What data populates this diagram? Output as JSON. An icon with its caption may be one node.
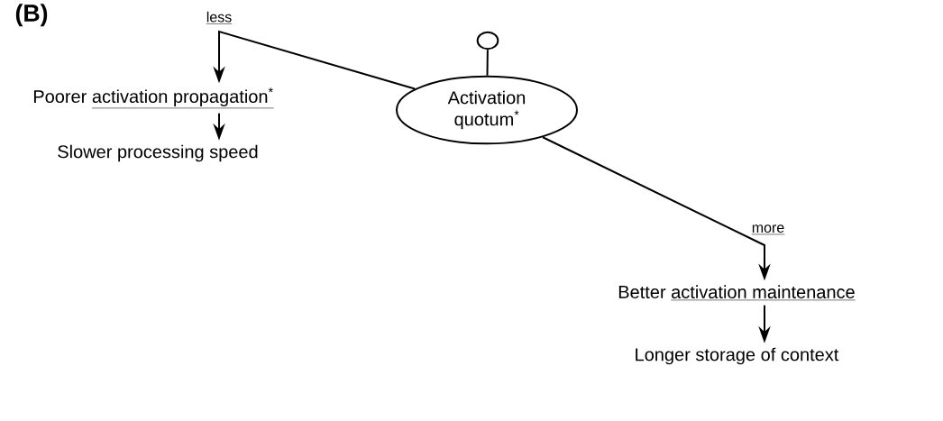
{
  "diagram": {
    "nodes": [
      {
        "text": [
          "Activation quotum$^{*}$"
        ]
      },
      {
        "text": [],
        "shape": "circle"
      },
      {
        "text": [
          "Poorer",
          "activation propagation$^{*}$"
        ]
      },
      {
        "text": [
          "Slower processing speed"
        ]
      },
      {
        "text": [
          "Better",
          "activation maintenance"
        ]
      },
      {
        "text": [
          "Longer storage of context"
        ]
      }
    ],
    "edges": [
      {
        "from": 0,
        "to": 2,
        "arrow": "to",
        "label": "less"
      },
      {
        "from": 2,
        "to": 3,
        "arrow": "to"
      },
      {
        "from": 0,
        "to": 4,
        "arrow": "to",
        "label": "more"
      },
      {
        "from": 4,
        "to": 5,
        "arrow": "to"
      },
      {
        "from": 1,
        "to": 0,
        "arrow": "none"
      }
    ],
    "labels": [
      "(B)"
    ]
  }
}
